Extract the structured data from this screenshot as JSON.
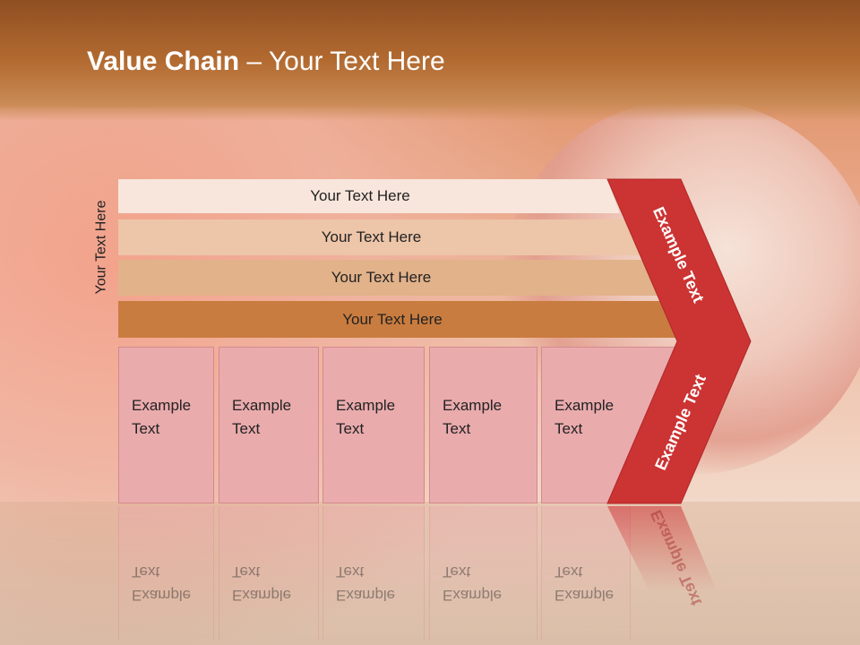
{
  "title": {
    "bold": "Value Chain",
    "rest": " – Your Text Here"
  },
  "side_label": "Your Text Here",
  "bars": [
    {
      "label": "Your Text Here",
      "color": "#f8e6dc"
    },
    {
      "label": "Your Text Here",
      "color": "#edc5a8"
    },
    {
      "label": "Your Text Here",
      "color": "#e2b28a"
    },
    {
      "label": "Your Text Here",
      "color": "#c97c3f"
    }
  ],
  "cells": [
    {
      "text": "Example Text"
    },
    {
      "text": "Example Text"
    },
    {
      "text": "Example Text"
    },
    {
      "text": "Example Text"
    },
    {
      "text": "Example Text"
    }
  ],
  "arrow": {
    "upper_label": "Example Text",
    "lower_label": "Example Text",
    "color": "#cc3333"
  },
  "colors": {
    "cell_fill": "#eaabad",
    "header": "#a85f2b"
  }
}
